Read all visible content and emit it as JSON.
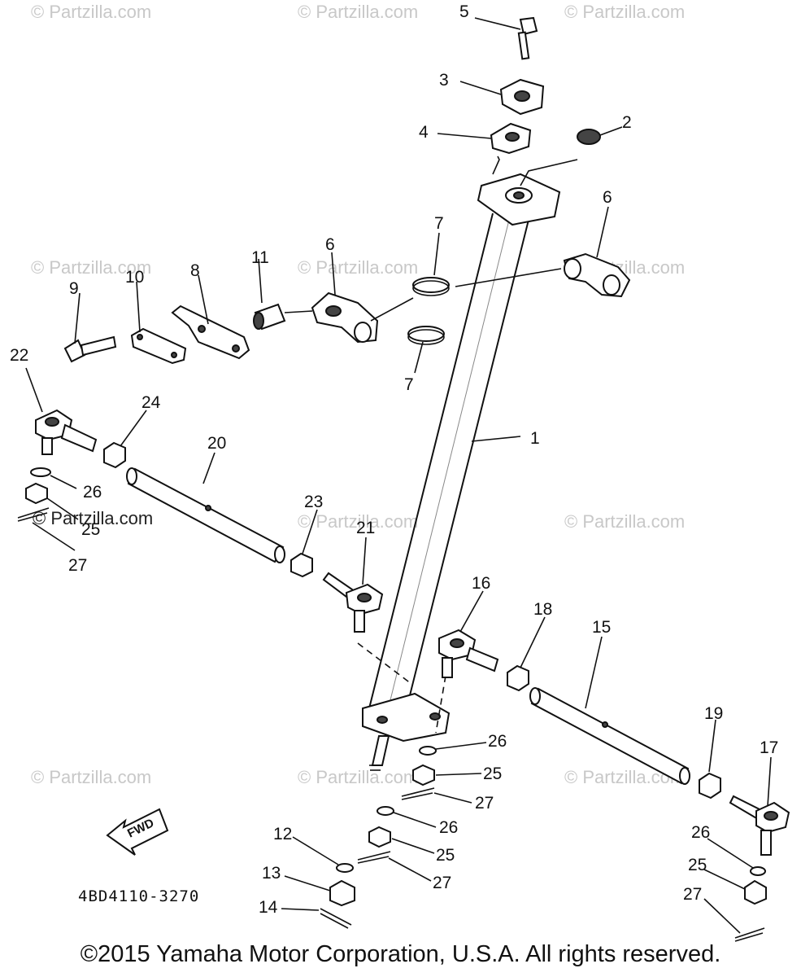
{
  "watermark_text": "© Partzilla.com",
  "diagram_code": "4BD4110-3270",
  "fwd_label": "FWD",
  "copyright": "©2015 Yamaha Motor Corporation, U.S.A. All rights reserved.",
  "callouts": {
    "c1": "1",
    "c2": "2",
    "c3": "3",
    "c4": "4",
    "c5": "5",
    "c6a": "6",
    "c6b": "6",
    "c7a": "7",
    "c7b": "7",
    "c8": "8",
    "c9": "9",
    "c10": "10",
    "c11": "11",
    "c12": "12",
    "c13": "13",
    "c14": "14",
    "c15": "15",
    "c16": "16",
    "c17": "17",
    "c18": "18",
    "c19": "19",
    "c20": "20",
    "c21": "21",
    "c22": "22",
    "c23": "23",
    "c24": "24",
    "c25a": "25",
    "c25b": "25",
    "c25c": "25",
    "c25d": "25",
    "c26a": "26",
    "c26b": "26",
    "c26c": "26",
    "c26d": "26",
    "c27a": "27",
    "c27b": "27",
    "c27c": "27",
    "c27d": "27"
  }
}
